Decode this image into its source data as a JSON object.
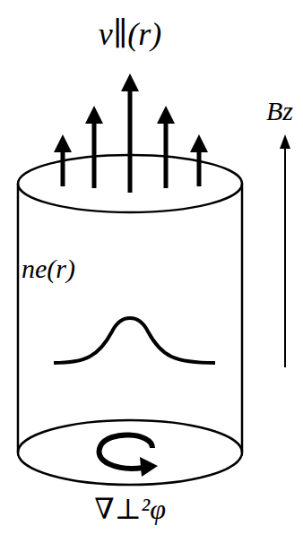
{
  "diagram": {
    "labels": [
      "v∥(r)",
      "Bz",
      "ne(r)",
      "∇⊥²φ"
    ]
  }
}
